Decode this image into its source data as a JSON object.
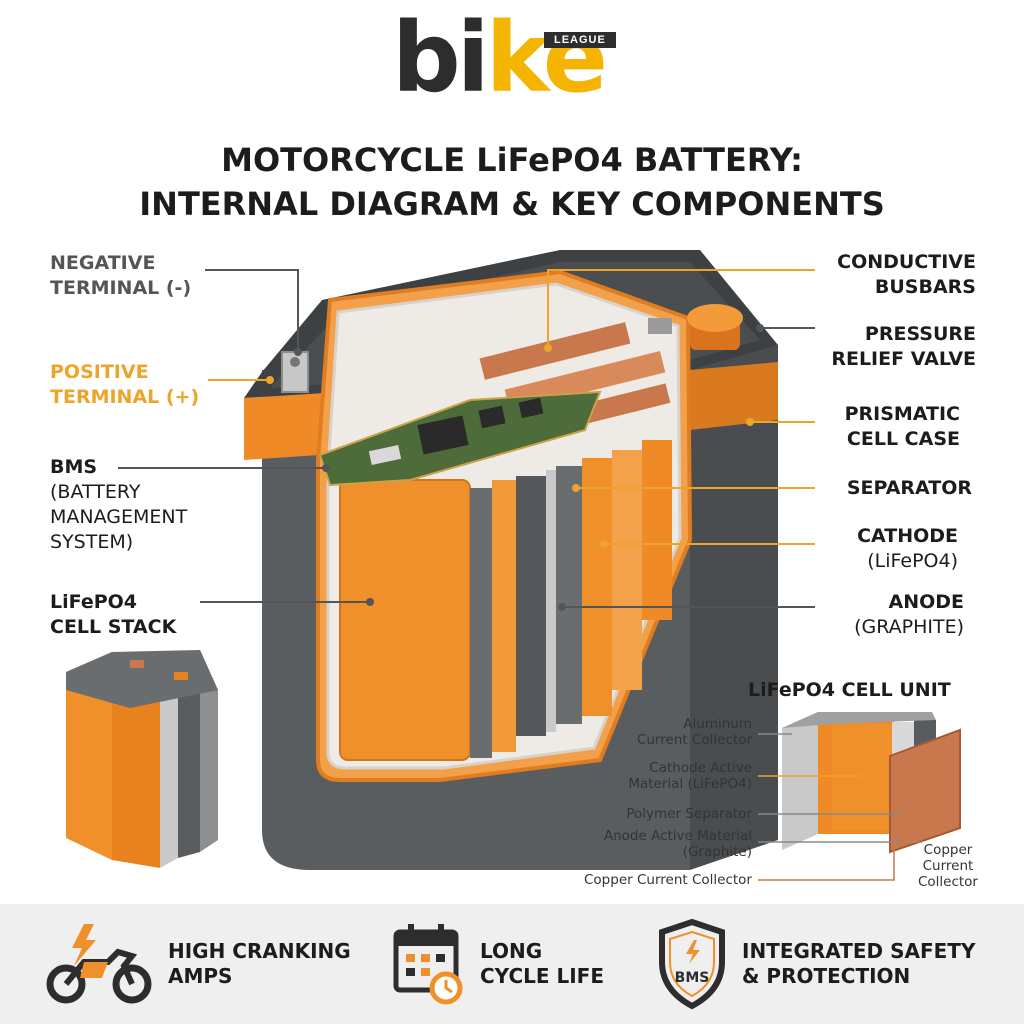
{
  "brand": {
    "word_dark": "bi",
    "word_accent": "ke",
    "tag": "LEAGUE"
  },
  "title": {
    "line1": "MOTORCYCLE LiFePO4 BATTERY:",
    "line2": "INTERNAL DIAGRAM & KEY COMPONENTS"
  },
  "labels": {
    "negative_terminal": {
      "line1": "NEGATIVE",
      "line2": "TERMINAL (-)"
    },
    "positive_terminal": {
      "line1": "POSITIVE",
      "line2": "TERMINAL (+)"
    },
    "bms": {
      "line1": "BMS",
      "line2": "(BATTERY",
      "line3": "MANAGEMENT",
      "line4": "SYSTEM)"
    },
    "cell_stack": {
      "line1": "LiFePO4",
      "line2": "CELL STACK"
    },
    "busbars": {
      "line1": "CONDUCTIVE",
      "line2": "BUSBARS"
    },
    "valve": {
      "line1": "PRESSURE",
      "line2": "RELIEF VALVE"
    },
    "case": {
      "line1": "PRISMATIC",
      "line2": "CELL CASE"
    },
    "separator": "SEPARATOR",
    "cathode": {
      "line1": "CATHODE",
      "line2": "(LiFePO4)"
    },
    "anode": {
      "line1": "ANODE",
      "line2": "(GRAPHITE)"
    }
  },
  "cell_unit": {
    "title": "LiFePO4 CELL UNIT",
    "aluminum": {
      "line1": "Aluminum",
      "line2": "Current Collector"
    },
    "cathode_material": {
      "line1": "Cathode Active",
      "line2": "Material (LiFePO4)"
    },
    "polymer_separator": "Polymer Separator",
    "anode_material": {
      "line1": "Anode Active Material",
      "line2": "(Graphite)"
    },
    "copper_collector": "Copper Current Collector",
    "copper_side": {
      "line1": "Copper",
      "line2": "Current",
      "line3": "Collector"
    }
  },
  "features": [
    {
      "icon": "motorcycle-lightning-icon",
      "line1": "HIGH CRANKING",
      "line2": "AMPS"
    },
    {
      "icon": "calendar-cycle-icon",
      "line1": "LONG",
      "line2": "CYCLE LIFE"
    },
    {
      "icon": "bms-shield-icon",
      "line1": "INTEGRATED SAFETY",
      "line2": "& PROTECTION"
    }
  ],
  "colors": {
    "accent": "#f5b400",
    "orange": "#f0902a",
    "case_gray": "#505355",
    "copper": "#c8784c"
  }
}
